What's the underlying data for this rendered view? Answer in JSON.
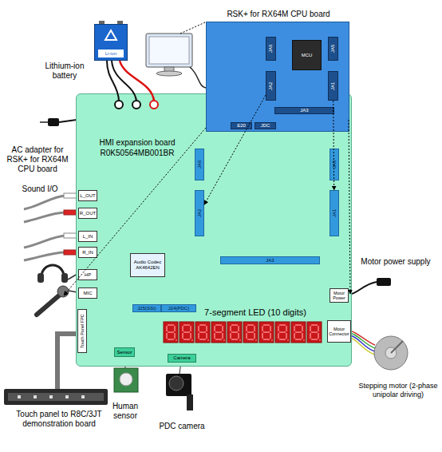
{
  "diagram": {
    "nodes": [
      {
        "text": [
          "RSK+ for RX64M CPU board"
        ]
      },
      {
        "text": [
          "MCU"
        ],
        "in": 0
      },
      {
        "text": [
          "JA6"
        ],
        "in": 0
      },
      {
        "text": [
          "JA2"
        ],
        "in": 0
      },
      {
        "text": [
          "JA5"
        ],
        "in": 0
      },
      {
        "text": [
          "JA1"
        ],
        "in": 0
      },
      {
        "text": [
          "JA3"
        ],
        "in": 0
      },
      {
        "text": [
          "E20"
        ],
        "in": 0
      },
      {
        "text": [
          "JDC"
        ],
        "in": 0
      },
      {
        "text": [
          "Lithium-ion battery",
          "Li-ion"
        ]
      },
      {
        "text": [
          "HMI expansion board R0K50564MB001BR"
        ]
      },
      {
        "text": [
          "JA6"
        ],
        "in": 10
      },
      {
        "text": [
          "JA2"
        ],
        "in": 10
      },
      {
        "text": [
          "JA5"
        ],
        "in": 10
      },
      {
        "text": [
          "JA1"
        ],
        "in": 10
      },
      {
        "text": [
          "JA3"
        ],
        "in": 10
      },
      {
        "text": [
          "L_OUT"
        ],
        "in": 10
      },
      {
        "text": [
          "R_OUT"
        ],
        "in": 10
      },
      {
        "text": [
          "L_IN"
        ],
        "in": 10
      },
      {
        "text": [
          "R_IN"
        ],
        "in": 10
      },
      {
        "text": [
          "HP"
        ],
        "in": 10
      },
      {
        "text": [
          "MIC"
        ],
        "in": 10
      },
      {
        "text": [
          "Audio Codec AK4642EN"
        ],
        "in": 10
      },
      {
        "text": [
          "J25(SSI)"
        ],
        "in": 10
      },
      {
        "text": [
          "J24(PDC)"
        ],
        "in": 10
      },
      {
        "text": [
          "Touch Panel FPC"
        ],
        "in": 10
      },
      {
        "text": [
          "Sensor"
        ],
        "in": 10
      },
      {
        "text": [
          "Camera"
        ],
        "in": 10
      },
      {
        "text": [
          "Motor Power"
        ],
        "in": 10
      },
      {
        "text": [
          "Motor Connector"
        ],
        "in": 10
      },
      {
        "text": [
          "7-segment LED (10 digits)"
        ],
        "in": 10
      }
    ],
    "edges": [
      {
        "from": 3,
        "to": 12,
        "arrow": "to"
      },
      {
        "from": 5,
        "to": 14,
        "arrow": "to"
      }
    ],
    "labels": [
      "Sound I/O",
      "AC adapter for RSK+ for RX64M CPU board",
      "Motor power supply",
      "Stepping motor (2-phase unipolar driving)",
      "Touch panel to R8C/3JT demonstration board",
      "Human sensor",
      "PDC camera"
    ]
  }
}
